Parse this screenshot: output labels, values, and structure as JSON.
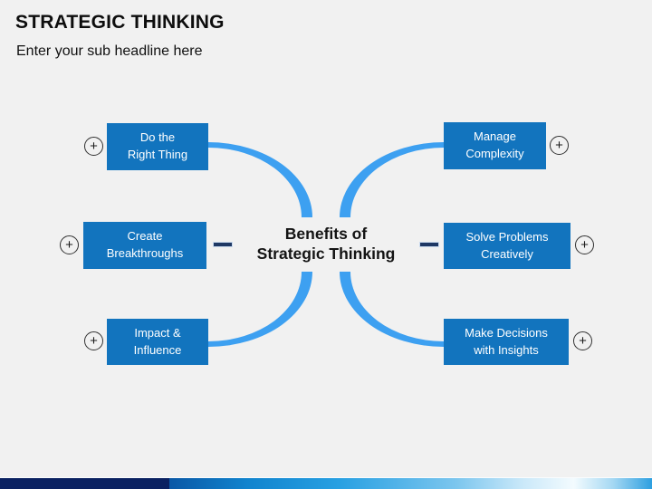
{
  "slide": {
    "title": "STRATEGIC THINKING",
    "subtitle": "Enter your sub headline here",
    "center": {
      "line1": "Benefits of",
      "line2": "Strategic Thinking"
    },
    "left_boxes": [
      {
        "line1": "Do the",
        "line2": "Right Thing"
      },
      {
        "line1": "Create",
        "line2": "Breakthroughs"
      },
      {
        "line1": "Impact &",
        "line2": "Influence"
      }
    ],
    "right_boxes": [
      {
        "line1": "Manage",
        "line2": "Complexity"
      },
      {
        "line1": "Solve Problems",
        "line2": "Creatively"
      },
      {
        "line1": "Make Decisions",
        "line2": "with Insights"
      }
    ],
    "icons": {
      "plus": "+"
    },
    "colors": {
      "background": "#F1F1F1",
      "box_blue": "#1274BE",
      "box_text": "#FFFFFF",
      "curve_blue": "#3DA0F1",
      "dash_navy": "#1F3864",
      "footer_navy": "#0A2161",
      "footer_bright_blue": "#28A0E2",
      "title_text": "#0D0D0D"
    }
  }
}
